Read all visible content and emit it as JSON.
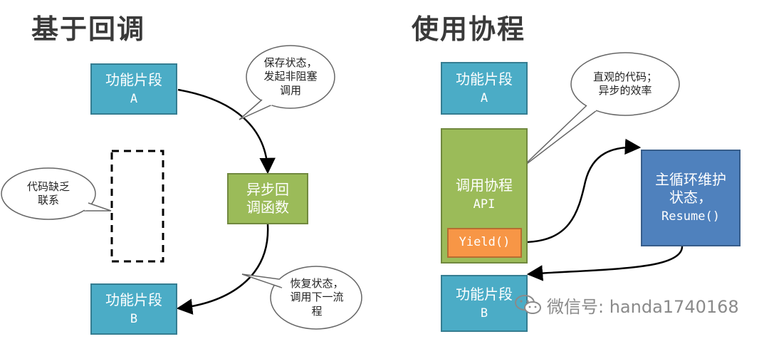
{
  "left": {
    "title": "基于回调",
    "box_a": {
      "main": "功能片段",
      "sub": "A"
    },
    "box_b": {
      "main": "功能片段",
      "sub": "B"
    },
    "callback": {
      "line1": "异步回",
      "line2": "调函数"
    },
    "bubble_save": {
      "line1": "保存状态，",
      "line2": "发起非阻塞",
      "line3": "调用"
    },
    "bubble_restore": {
      "line1": "恢复状态，",
      "line2": "调用下一流",
      "line3": "程"
    },
    "bubble_missing": {
      "line1": "代码缺乏",
      "line2": "联系"
    }
  },
  "right": {
    "title": "使用协程",
    "box_a": {
      "main": "功能片段",
      "sub": "A"
    },
    "box_b": {
      "main": "功能片段",
      "sub": "B"
    },
    "coroutine": {
      "main": "调用协程",
      "sub": "API"
    },
    "yield": "Yield()",
    "mainloop": {
      "line1": "主循环维护",
      "line2": "状态，",
      "line3": "Resume()"
    },
    "bubble_direct": {
      "line1": "直观的代码；",
      "line2": "异步的效率"
    }
  },
  "watermark": "微信号: handa1740168",
  "colors": {
    "teal": "#4bacc6",
    "green": "#9bbb59",
    "blue": "#4f81bd",
    "orange": "#f79646"
  }
}
